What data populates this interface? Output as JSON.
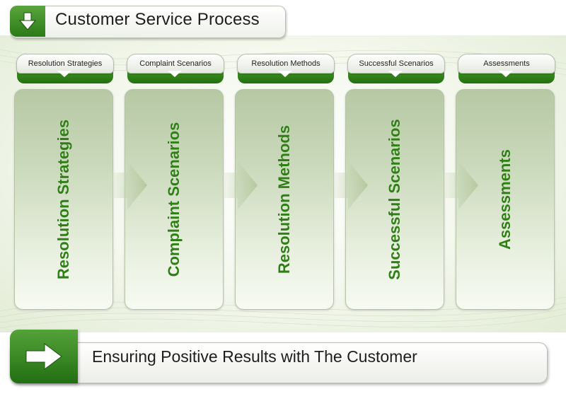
{
  "title": {
    "text": "Customer Service Process",
    "icon": "down-arrow-icon"
  },
  "columns": [
    {
      "header": "Resolution Strategies",
      "panel": "Resolution Strategies"
    },
    {
      "header": "Complaint Scenarios",
      "panel": "Complaint Scenarios"
    },
    {
      "header": "Resolution Methods",
      "panel": "Resolution Methods"
    },
    {
      "header": "Successful Scenarios",
      "panel": "Successful Scenarios"
    },
    {
      "header": "Assessments",
      "panel": "Assessments"
    }
  ],
  "footer": {
    "text": "Ensuring Positive Results with The Customer",
    "icon": "right-arrow-icon"
  },
  "colors": {
    "accent_green": "#2f7f16",
    "panel_top": "#b6c8a4",
    "panel_bottom": "#f7faf2"
  }
}
